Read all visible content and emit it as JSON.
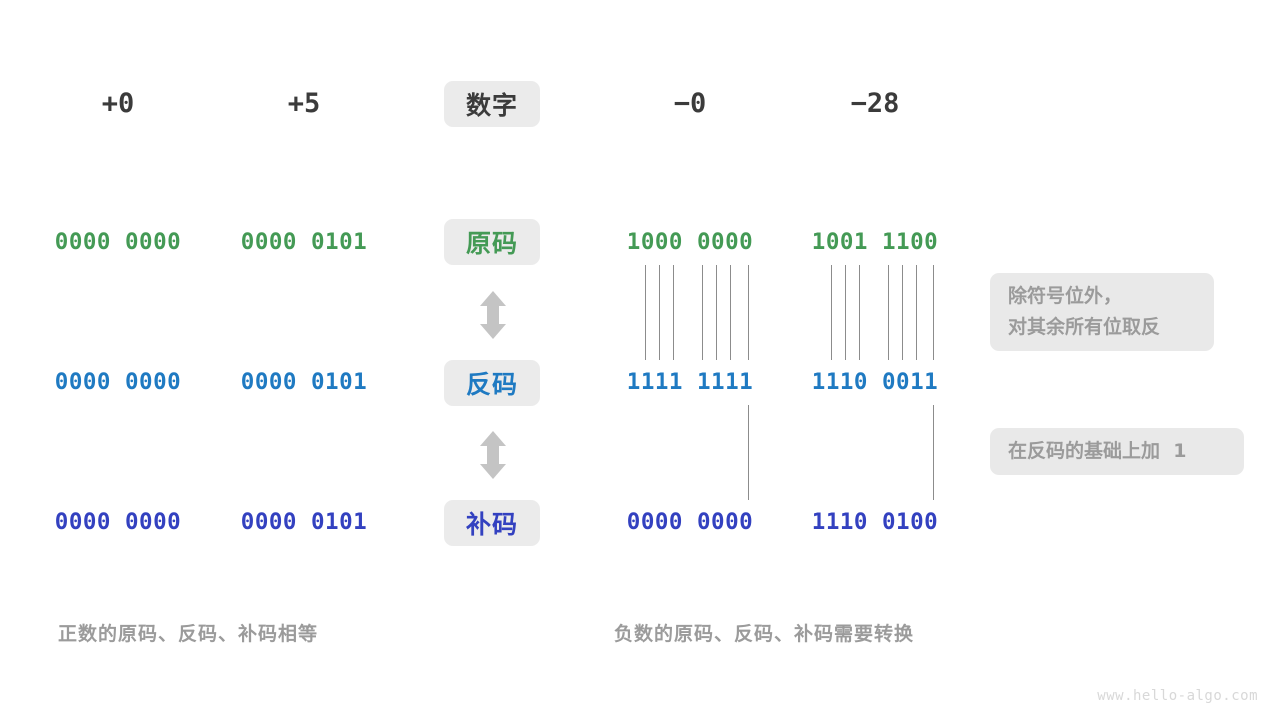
{
  "page": {
    "background": "#ffffff",
    "watermark": "www.hello-algo.com"
  },
  "colors": {
    "sign_magnitude": "#449a55",
    "ones_complement": "#1f7ac2",
    "twos_complement": "#3341c0",
    "pill_background": "#ebebeb",
    "note_background": "#e9e9e9",
    "note_text": "#9b9b9b",
    "header_text": "#3b3b3b",
    "line": "#8c8c8c",
    "arrow": "#c4c4c4"
  },
  "header": {
    "center_label": "数字",
    "numbers": [
      "+0",
      "+5",
      "−0",
      "−28"
    ]
  },
  "rows": [
    {
      "label": "原码",
      "label_color_key": "sign_magnitude",
      "values": [
        "0000 0000",
        "0000 0101",
        "1000 0000",
        "1001 1100"
      ]
    },
    {
      "label": "反码",
      "label_color_key": "ones_complement",
      "values": [
        "0000 0000",
        "0000 0101",
        "1111 1111",
        "1110 0011"
      ]
    },
    {
      "label": "补码",
      "label_color_key": "twos_complement",
      "values": [
        "0000 0000",
        "0000 0101",
        "0000 0000",
        "1110 0100"
      ]
    }
  ],
  "arrows": [
    {
      "name": "arrow-yuanma-to-fanma",
      "glyph": "up-down-arrow"
    },
    {
      "name": "arrow-fanma-to-buma",
      "glyph": "up-down-arrow"
    }
  ],
  "notes": [
    {
      "name": "note-invert-bits",
      "lines": [
        "除符号位外，",
        "对其余所有位取反"
      ]
    },
    {
      "name": "note-add-one",
      "lines": [
        "在反码的基础上加  1"
      ]
    }
  ],
  "captions": {
    "left": "正数的原码、反码、补码相等",
    "right": "负数的原码、反码、补码需要转换"
  }
}
